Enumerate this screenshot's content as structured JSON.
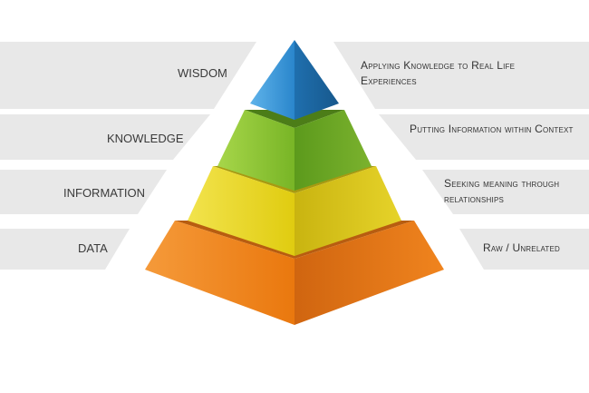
{
  "levels": [
    {
      "label": "WISDOM",
      "description": "Applying Knowledge to Real Life Experiences",
      "color": "#2f86c9"
    },
    {
      "label": "KNOWLEDGE",
      "description": "Putting Information within Context",
      "color": "#7fbf2a"
    },
    {
      "label": "INFORMATION",
      "description": "Seeking meaning through relationships",
      "color": "#e6d31a"
    },
    {
      "label": "DATA",
      "description": "Raw / Unrelated",
      "color": "#ef7f14"
    }
  ],
  "colors": {
    "band": "#e8e8e8",
    "background": "#ffffff"
  }
}
